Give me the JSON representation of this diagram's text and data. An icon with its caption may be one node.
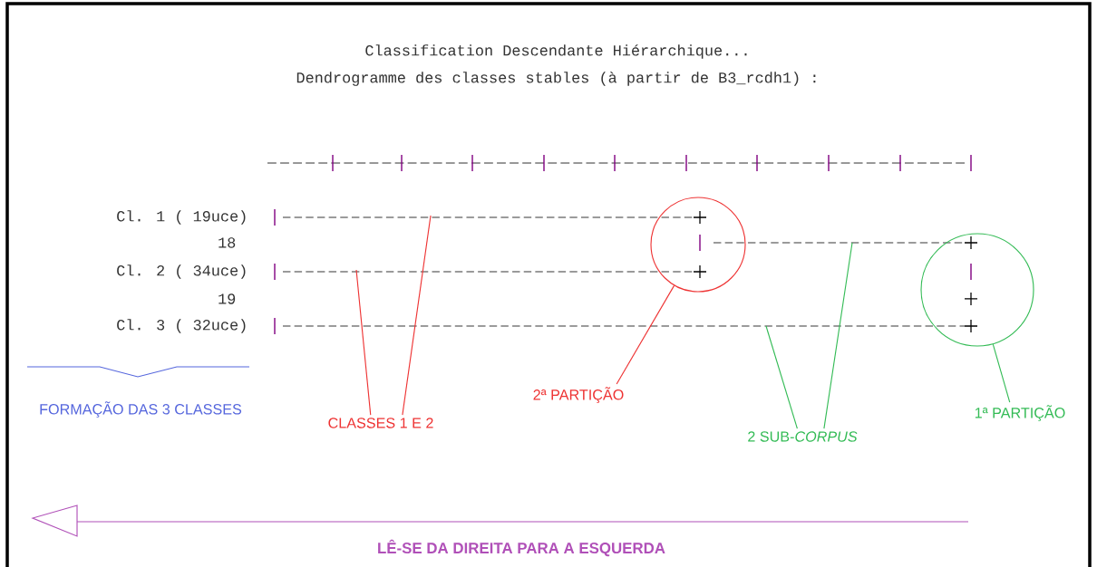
{
  "diagram": {
    "title": "Classification Descendante Hiérarchique...",
    "nodes": [
      {
        "text": [
          "CLASSES 1 E 2"
        ]
      },
      {
        "text": [],
        "shape": "circle"
      },
      {
        "text": [
          "2ª PARTIÇÃO"
        ]
      },
      {
        "text": [
          "2 SUB-*CORPUS*"
        ]
      },
      {
        "text": [],
        "shape": "circle"
      },
      {
        "text": [
          "1ª PARTIÇÃO"
        ]
      }
    ],
    "edges": [
      {
        "from": 0,
        "to": null,
        "arrow": "none",
        "color": "#ee3333"
      },
      {
        "from": 0,
        "to": null,
        "arrow": "none",
        "color": "#ee3333"
      },
      {
        "from": 2,
        "to": 1,
        "arrow": "none",
        "color": "#ee3333"
      },
      {
        "from": 3,
        "to": null,
        "arrow": "none",
        "color": "#33bb55"
      },
      {
        "from": 3,
        "to": null,
        "arrow": "none",
        "color": "#33bb55"
      },
      {
        "from": 5,
        "to": 4,
        "arrow": "none",
        "color": "#33bb55"
      }
    ],
    "labels": [
      "Dendrogramme des classes stables (à partir de B3_rcdh1) :",
      "Cl. 1 (   19uce)",
      "18",
      "Cl. 2 (   34uce)",
      "19",
      "Cl. 3 (   32uce)",
      "FORMAÇÃO DAS 3 CLASSES",
      "LÊ-SE DA DIREITA PARA A ESQUERDA"
    ]
  }
}
